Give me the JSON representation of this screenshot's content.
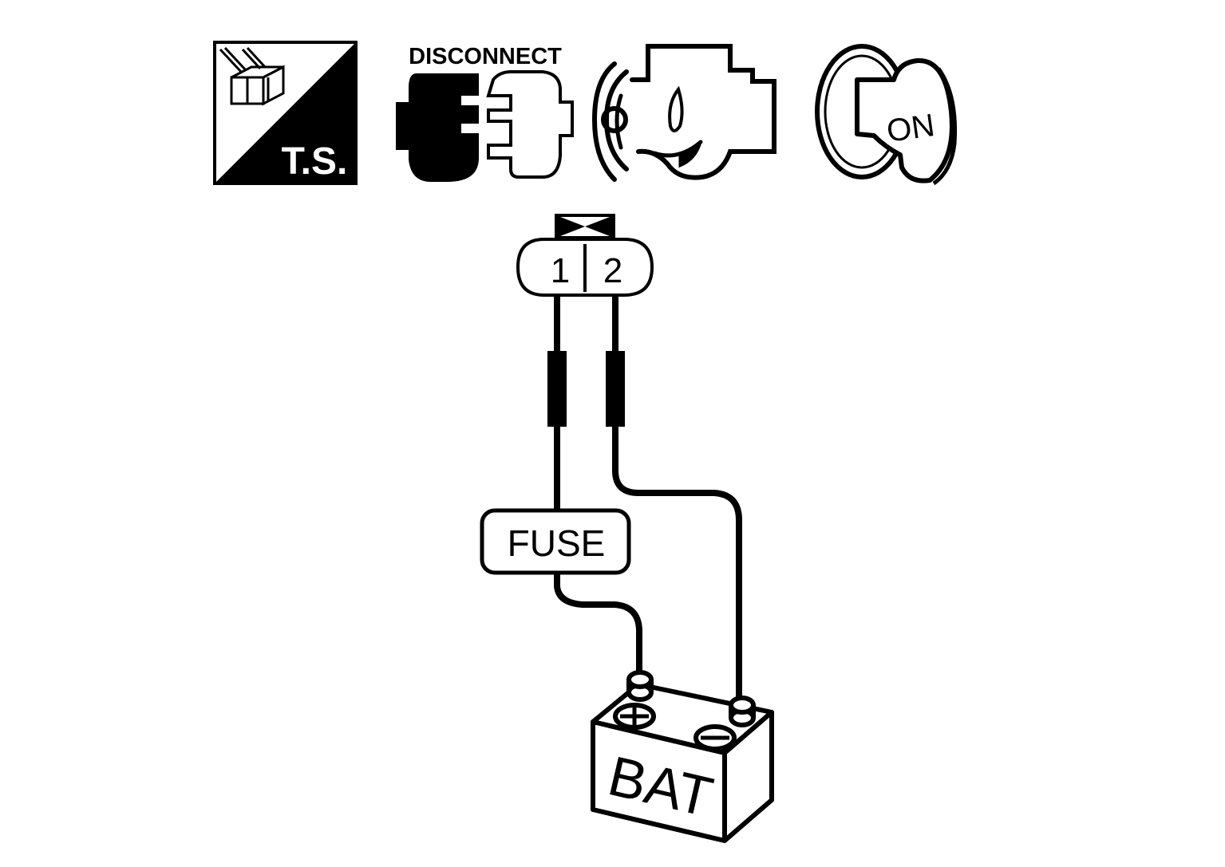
{
  "icons": {
    "ts_label": "T.S.",
    "disconnect_label": "DISCONNECT",
    "ignition_label": "ON"
  },
  "connector": {
    "pin1": "1",
    "pin2": "2"
  },
  "fuse": {
    "label": "FUSE"
  },
  "battery": {
    "label": "BAT",
    "positive_terminal": "positive-terminal-symbol",
    "negative_terminal": "negative-terminal-symbol"
  },
  "colors": {
    "ink": "#000000",
    "paper": "#ffffff"
  }
}
